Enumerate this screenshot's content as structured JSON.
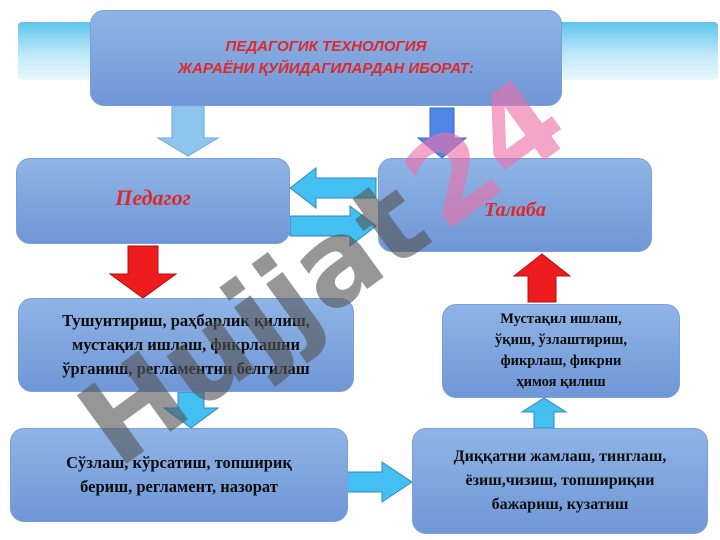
{
  "header": {
    "line1": "ПЕДАГОГИК  ТЕХНОЛОГИЯ",
    "line2": "ЖАРАЁНИ ҚУЙИДАГИЛАРДАН ИБОРАТ:"
  },
  "pedagog": {
    "label": "Педагог"
  },
  "talaba": {
    "label": "Талаба"
  },
  "teacher_actions": {
    "line1": "Тушунтириш,  раҳбарлик  қилиш,",
    "line2": "мустақил ишлаш,  фикрлашни",
    "line3": "ўрганиш,  регламентни белгилаш"
  },
  "student_actions": {
    "line1": "Мустақил ишлаш,",
    "line2": "ўқиш, ўзлаштириш,",
    "line3": "фикрлаш, фикрни",
    "line4": "ҳимоя қилиш"
  },
  "teacher_tasks": {
    "line1": "Сўзлаш,  кўрсатиш, топшириқ",
    "line2": "бериш, регламент,  назорат"
  },
  "student_tasks": {
    "line1": "Диққатни жамлаш, тинглаш,",
    "line2": "ёзиш,чизиш, топшириқни",
    "line3": "бажариш, кузатиш"
  },
  "watermark": {
    "text": "Hujjat 24"
  },
  "colors": {
    "box_fill": "#7aa0db",
    "accent_red": "#e02828",
    "arrow_light_blue": "#44bff2",
    "arrow_red": "#ee1c1c",
    "watermark_gray": "#555555",
    "watermark_pink": "#ee6fa8"
  }
}
